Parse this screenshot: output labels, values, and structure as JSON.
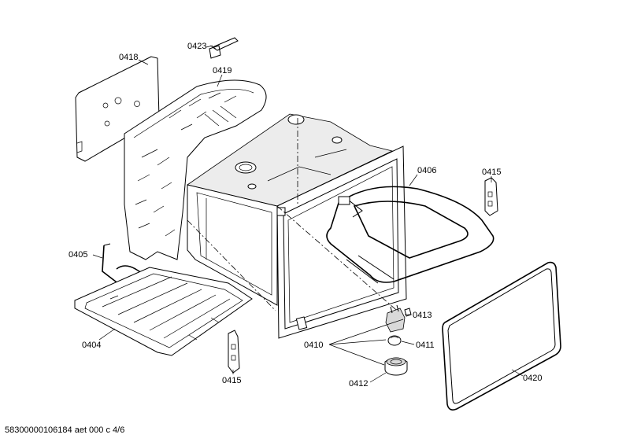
{
  "parts": {
    "p0418": "0418",
    "p0423": "0423",
    "p0419": "0419",
    "p0406": "0406",
    "p0415_top": "0415",
    "p0405": "0405",
    "p0404": "0404",
    "p0415_bottom": "0415",
    "p0413": "0413",
    "p0410": "0410",
    "p0411": "0411",
    "p0412": "0412",
    "p0420": "0420"
  },
  "footer": {
    "doc_id": "58300000106184 aet 000 c 4/6"
  }
}
